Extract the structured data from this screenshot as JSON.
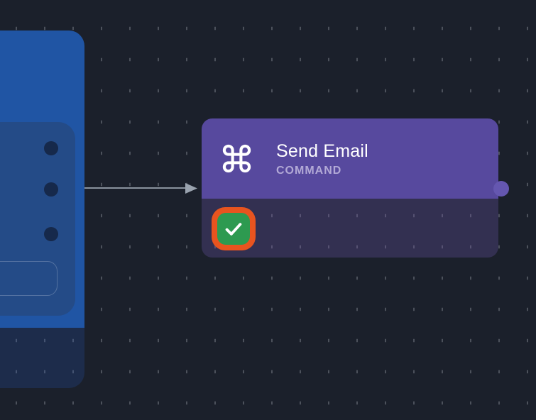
{
  "colors": {
    "canvas-bg": "#1b202b",
    "grid-dot": "#4c515b",
    "node-blue": "#2055a4",
    "node-blue-panel": "#244b87",
    "node-blue-footer": "rgba(40,95,205,0.20)",
    "node-port-navy": "#16294b",
    "field-outline": "rgba(255,255,255,0.22)",
    "wire": "#9aa3af",
    "node-purple-header": "#57499e",
    "node-purple-body": "rgba(110,85,170,0.30)",
    "node-purple-port": "#6557b0",
    "badge-orange": "#e8541f",
    "badge-green": "#2d9a50",
    "title-text": "#ffffff",
    "subtitle-text": "#b2a9d6"
  },
  "email_node": {
    "title": "Send Email",
    "type_label": "COMMAND",
    "header_icon": "command-icon",
    "status_icon": "check-icon"
  },
  "left_node": {
    "port_count": 3
  }
}
